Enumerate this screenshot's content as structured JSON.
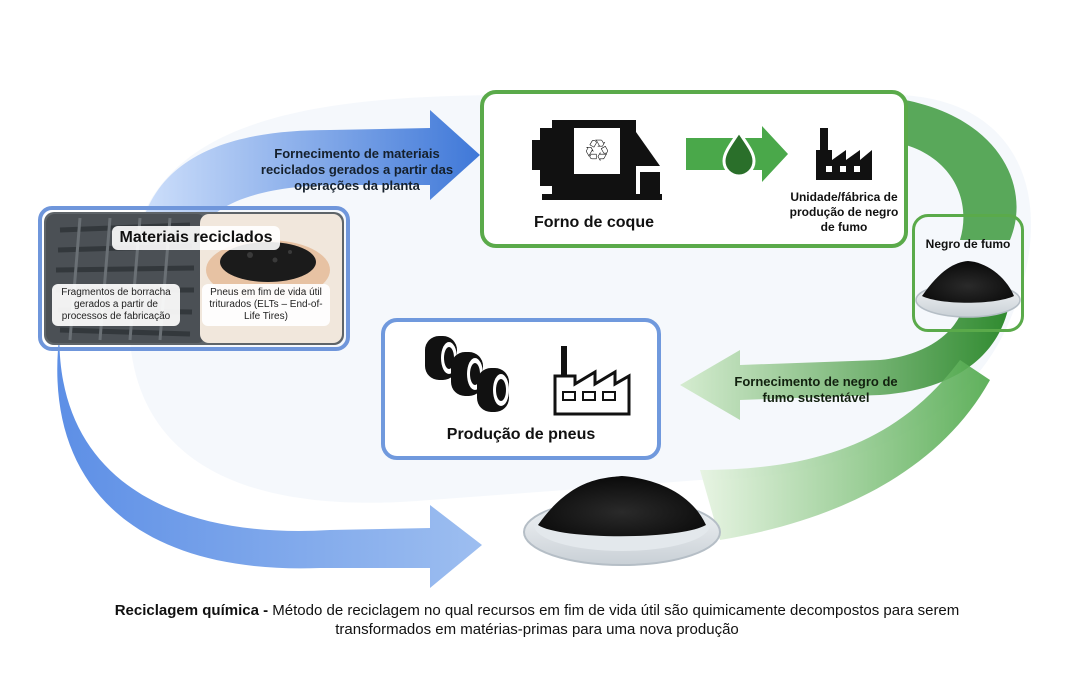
{
  "arrows": {
    "top_left": "Fornecimento de materiais reciclados gerados a partir das operações da planta",
    "bottom_right": "Fornecimento de negro de fumo sustentável"
  },
  "coke_oven": {
    "label": "Forno de coque",
    "icon": "recycle-furnace-icon"
  },
  "carbon_black_plant": {
    "label": "Unidade/fábrica de produção de negro de fumo",
    "icon": "factory-icon"
  },
  "carbon_black": {
    "label": "Negro de fumo"
  },
  "recycled_materials": {
    "title": "Materiais reciclados",
    "left_label": "Fragmentos de borracha gerados a partir de processos de fabricação",
    "right_label": "Pneus em fim de vida útil triturados (ELTs – End-of-Life Tires)"
  },
  "tire_production": {
    "label": "Produção de pneus",
    "icons": [
      "tires-icon",
      "factory-icon"
    ]
  },
  "caption": {
    "bold": "Reciclagem química -",
    "text": " Método de reciclagem no qual recursos em fim de vida útil são quimicamente decompostos para serem transformados em matérias-primas para uma nova produção"
  },
  "colors": {
    "blue": "#5b8de0",
    "green": "#3d9a3d",
    "blue_border": "#7099dd",
    "green_border": "#5aaa4a"
  }
}
